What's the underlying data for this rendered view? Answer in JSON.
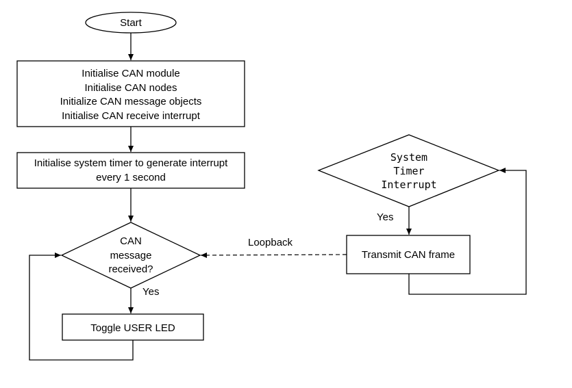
{
  "flowchart": {
    "start": "Start",
    "init_can": [
      "Initialise CAN module",
      "Initialise CAN nodes",
      "Initialize CAN message objects",
      "Initialise CAN receive interrupt"
    ],
    "init_timer": [
      "Initialise system timer to generate interrupt",
      "every 1 second"
    ],
    "decision_can": [
      "CAN",
      "message",
      "received?"
    ],
    "yes_can": "Yes",
    "toggle_led": "Toggle USER LED",
    "timer_interrupt": [
      "System",
      "Timer",
      "Interrupt"
    ],
    "yes_timer": "Yes",
    "transmit": "Transmit CAN frame",
    "loopback": "Loopback"
  }
}
